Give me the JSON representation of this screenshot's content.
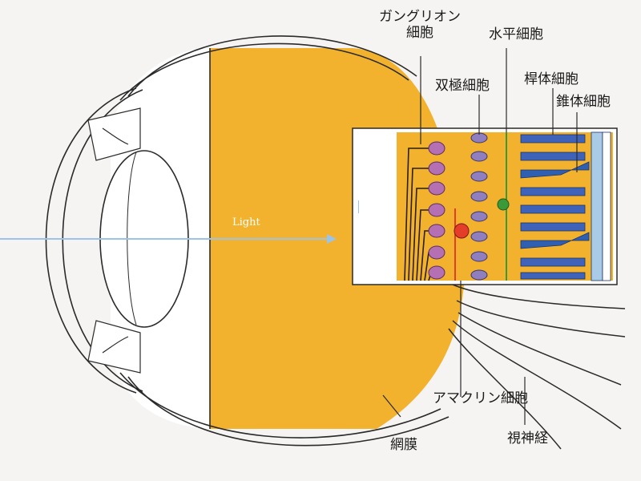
{
  "labels": {
    "ganglion_line1": "ガングリオン",
    "ganglion_line2": "細胞",
    "horizontal": "水平細胞",
    "bipolar": "双極細胞",
    "rod": "桿体細胞",
    "cone": "錐体細胞",
    "amacrine": "アマクリン細胞",
    "retina": "網膜",
    "optic_nerve": "視神経",
    "light": "Light"
  },
  "colors": {
    "background": "#f6f4f2",
    "vitreous": "#f2b22e",
    "outline": "#2a2a2a",
    "light_ray": "#9cc3e8",
    "ganglion_cell": "#b56fb3",
    "bipolar_cell": "#8f7fbf",
    "rod_cell": "#3f63b8",
    "cone_cell": "#2f5fb0",
    "horizontal_cell": "#3a9a3a",
    "amacrine_cell": "#e43d2a",
    "epithelium": "#a9cbe6",
    "axon": "#2b1f14"
  }
}
